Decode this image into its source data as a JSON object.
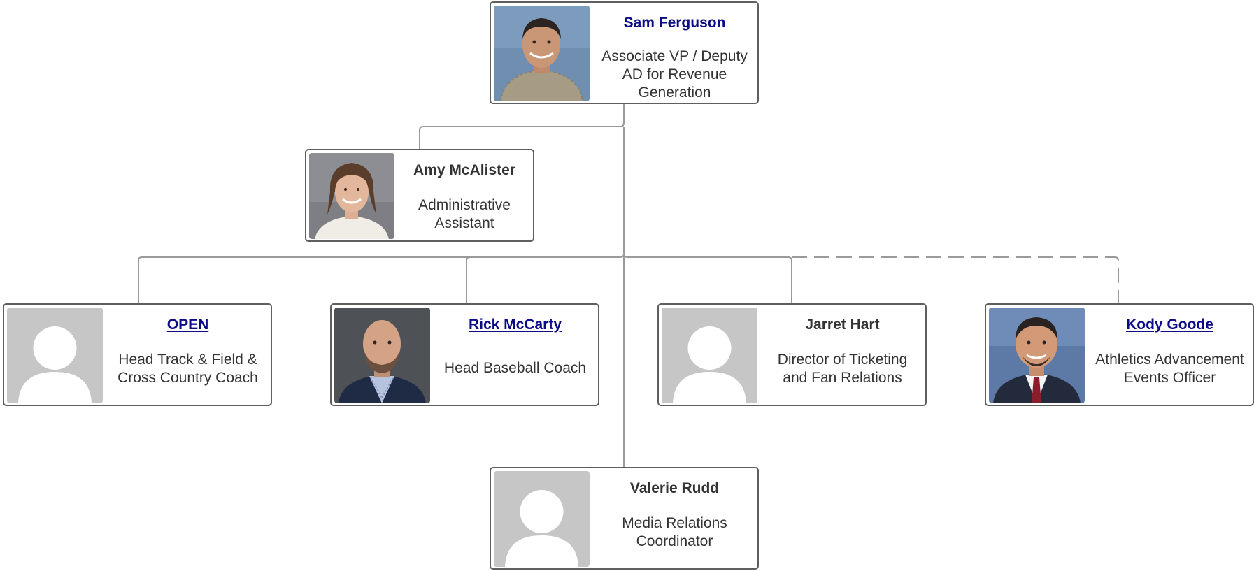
{
  "people": {
    "sam": {
      "name": "Sam Ferguson",
      "title": "Associate VP / Deputy\nAD for Revenue\nGeneration",
      "photo": "man-in-patterned-shirt-photo"
    },
    "amy": {
      "name": "Amy McAlister",
      "title": "Administrative\nAssistant",
      "photo": "smiling-woman-photo"
    },
    "open": {
      "name": "OPEN",
      "title": "Head Track & Field &\nCross Country Coach",
      "photo": "placeholder-avatar"
    },
    "rick": {
      "name": "Rick McCarty",
      "title": "Head Baseball Coach",
      "photo": "bearded-man-in-blazer-photo"
    },
    "jarret": {
      "name": "Jarret Hart",
      "title": "Director of Ticketing\nand Fan Relations",
      "photo": "placeholder-avatar"
    },
    "kody": {
      "name": "Kody Goode",
      "title": "Athletics Advancement\nEvents Officer",
      "photo": "man-in-suit-and-tie-photo"
    },
    "valerie": {
      "name": "Valerie Rudd",
      "title": "Media Relations\nCoordinator",
      "photo": "placeholder-avatar"
    }
  },
  "colors": {
    "link_name": "#0b0b85",
    "plain_name": "#333333",
    "border": "#5f5f5f",
    "connector": "#9a9a9a",
    "placeholder_bg": "#c6c6c6"
  },
  "relationships": [
    {
      "from": "Sam Ferguson",
      "to": "Amy McAlister",
      "style": "solid"
    },
    {
      "from": "Sam Ferguson",
      "to": "OPEN",
      "style": "solid"
    },
    {
      "from": "Sam Ferguson",
      "to": "Rick McCarty",
      "style": "solid"
    },
    {
      "from": "Sam Ferguson",
      "to": "Jarret Hart",
      "style": "solid"
    },
    {
      "from": "Sam Ferguson",
      "to": "Kody Goode",
      "style": "dashed"
    },
    {
      "from": "Sam Ferguson",
      "to": "Valerie Rudd",
      "style": "solid"
    }
  ]
}
